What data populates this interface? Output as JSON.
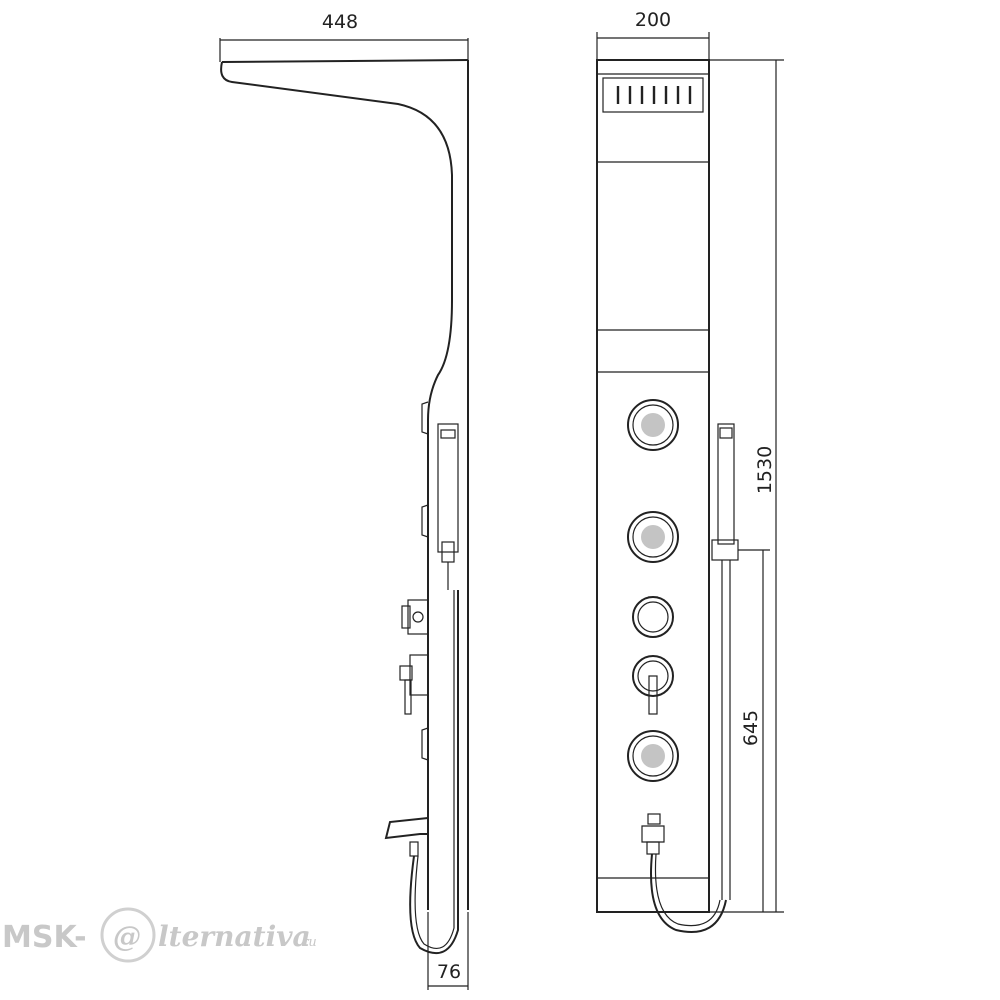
{
  "dimensions": {
    "side_depth": "448",
    "front_width": "200",
    "total_height": "1530",
    "hand_shower_height": "645",
    "wall_offset": "76"
  },
  "watermark": {
    "prefix": "MSK-",
    "at_symbol": "@",
    "script": "lternativa",
    "suffix": ".ru"
  }
}
